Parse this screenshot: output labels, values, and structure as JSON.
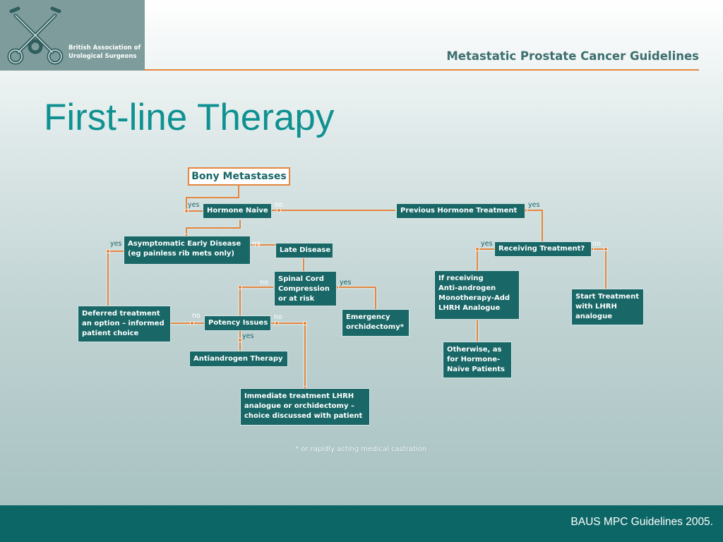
{
  "header": {
    "org_name_line1": "British Association of",
    "org_name_line2": "Urological Surgeons",
    "doc_title": "Metastatic Prostate Cancer Guidelines"
  },
  "slide_title": "First-line Therapy",
  "flowchart": {
    "root": "Bony Metastases",
    "hormone_naive": "Hormone Naive",
    "previous_hormone": "Previous Hormone Treatment",
    "asymptomatic": [
      "Asymptomatic Early Disease",
      "(eg painless rib mets only)"
    ],
    "late_disease": "Late Disease",
    "receiving_treatment": "Receiving Treatment?",
    "spinal_cord": [
      "Spinal Cord",
      "Compression",
      "or at risk"
    ],
    "if_receiving": [
      "If receiving",
      "Anti-androgen",
      "Monotherapy-Add",
      "LHRH Analogue"
    ],
    "start_treatment": [
      "Start Treatment",
      "with LHRH",
      "analogue"
    ],
    "deferred": [
      "Deferred treatment",
      "an option – informed",
      "patient choice"
    ],
    "potency": "Potency Issues",
    "emergency": [
      "Emergency",
      "orchidectomy*"
    ],
    "otherwise": [
      "Otherwise, as",
      "for Hormone-",
      "Naïve Patients"
    ],
    "antiandrogen": "Antiandrogen Therapy",
    "immediate": [
      "Immediate treatment LHRH",
      "analogue or orchidectomy –",
      "choice discussed with patient"
    ]
  },
  "labels": {
    "yes": "yes",
    "no": "no"
  },
  "footnote": "* or rapidly acting medical castration",
  "footer": "BAUS MPC Guidelines 2005.",
  "colors": {
    "box_fill": "#1a6767",
    "connector": "#e6863e",
    "title": "#0f9191",
    "footer_band": "#0d6666"
  }
}
